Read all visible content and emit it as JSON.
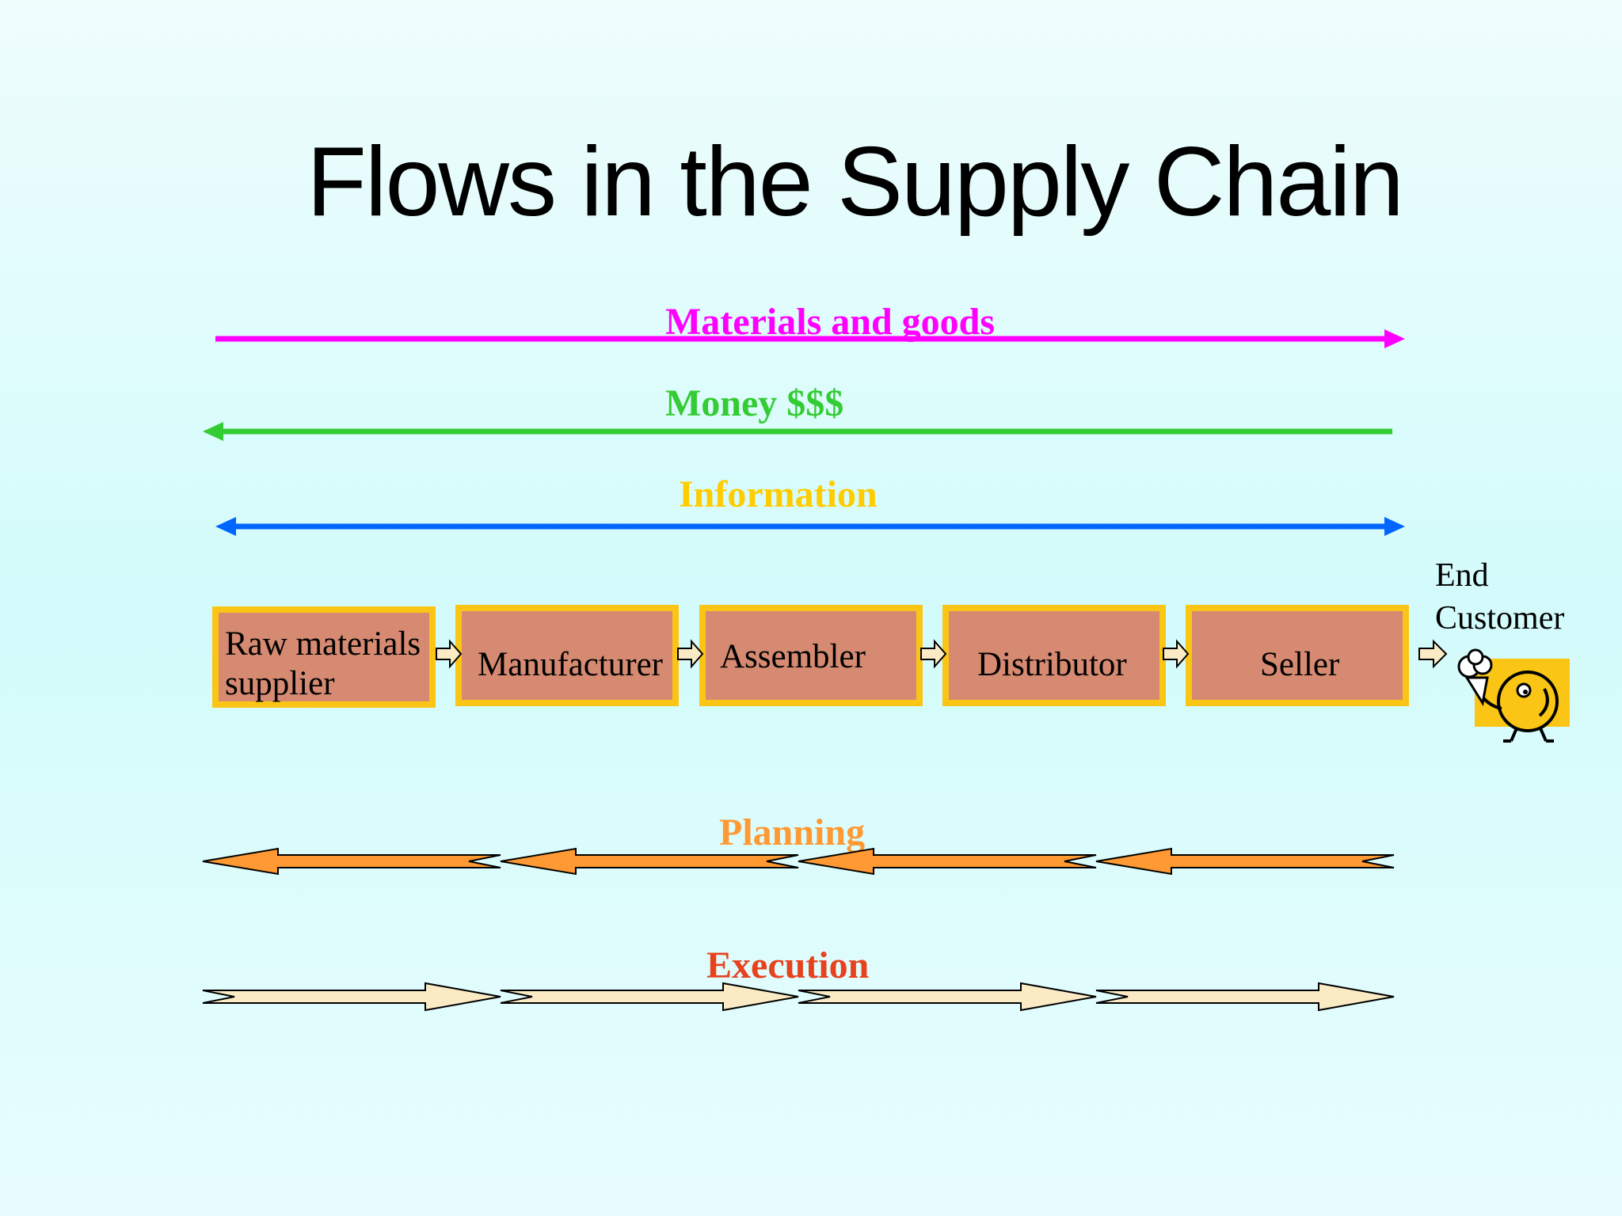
{
  "slide": {
    "title": "Flows in the Supply Chain"
  },
  "flows": {
    "materials": {
      "label": "Materials and goods",
      "color": "#ff00ff",
      "direction": "right"
    },
    "money": {
      "label": "Money $$$",
      "color": "#33cc33",
      "direction": "left"
    },
    "information": {
      "label": "Information",
      "color": "#ffcc00",
      "arrow_color": "#0066ff",
      "direction": "both"
    },
    "planning": {
      "label": "Planning",
      "color": "#ff9933",
      "direction": "left"
    },
    "execution": {
      "label": "Execution",
      "color": "#e8411e",
      "arrow_color": "#fbebc5",
      "direction": "right"
    }
  },
  "stages": [
    {
      "label_line1": "Raw materials",
      "label_line2": "supplier"
    },
    {
      "label": "Manufacturer"
    },
    {
      "label": "Assembler"
    },
    {
      "label": "Distributor"
    },
    {
      "label": "Seller"
    }
  ],
  "end_customer": {
    "line1": "End",
    "line2": "Customer",
    "icon": "smiley-with-ice-cream-icon"
  },
  "colors": {
    "stage_fill": "#d58a71",
    "stage_border": "#fbc515",
    "connector_fill": "#fbebc5"
  }
}
